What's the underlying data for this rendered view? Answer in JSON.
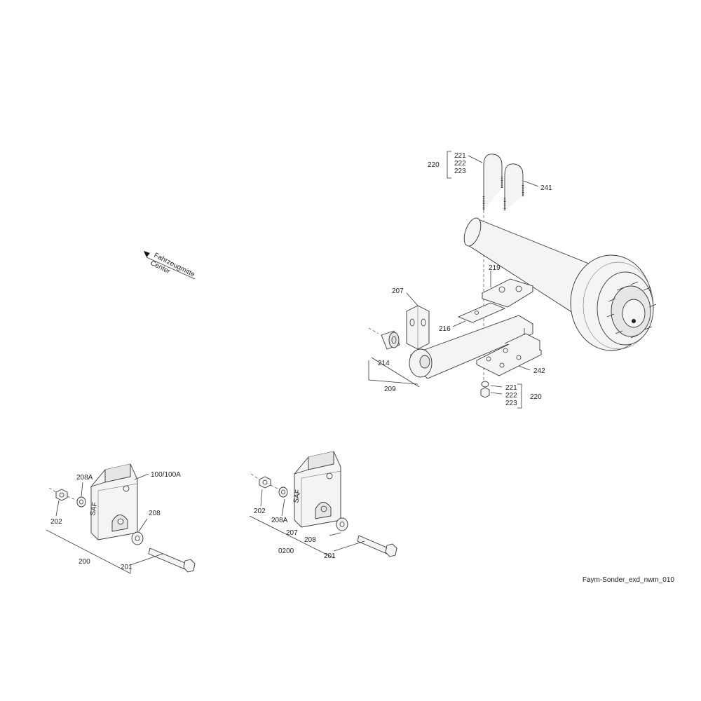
{
  "drawing_id": "Faym-Sonder_exd_nwm_010",
  "direction": {
    "line1": "Fahrzeugmitte",
    "line2": "Center"
  },
  "labels": {
    "l220a": "220",
    "l221a": "221",
    "l222a": "222",
    "l223a": "223",
    "l241": "241",
    "l219": "219",
    "l207": "207",
    "l216": "216",
    "l214": "214",
    "l209": "209",
    "l242": "242",
    "l221b": "221",
    "l222b": "222",
    "l223b": "223",
    "l220b": "220",
    "l208A_left": "208A",
    "l100": "100/100A",
    "l202_left": "202",
    "l208_left": "208",
    "l200": "200",
    "l201_left": "201",
    "l202_mid": "202",
    "l208A_mid": "208A",
    "l207_mid": "207",
    "l208_mid": "208",
    "l0200": "0200",
    "l201_mid": "201"
  }
}
